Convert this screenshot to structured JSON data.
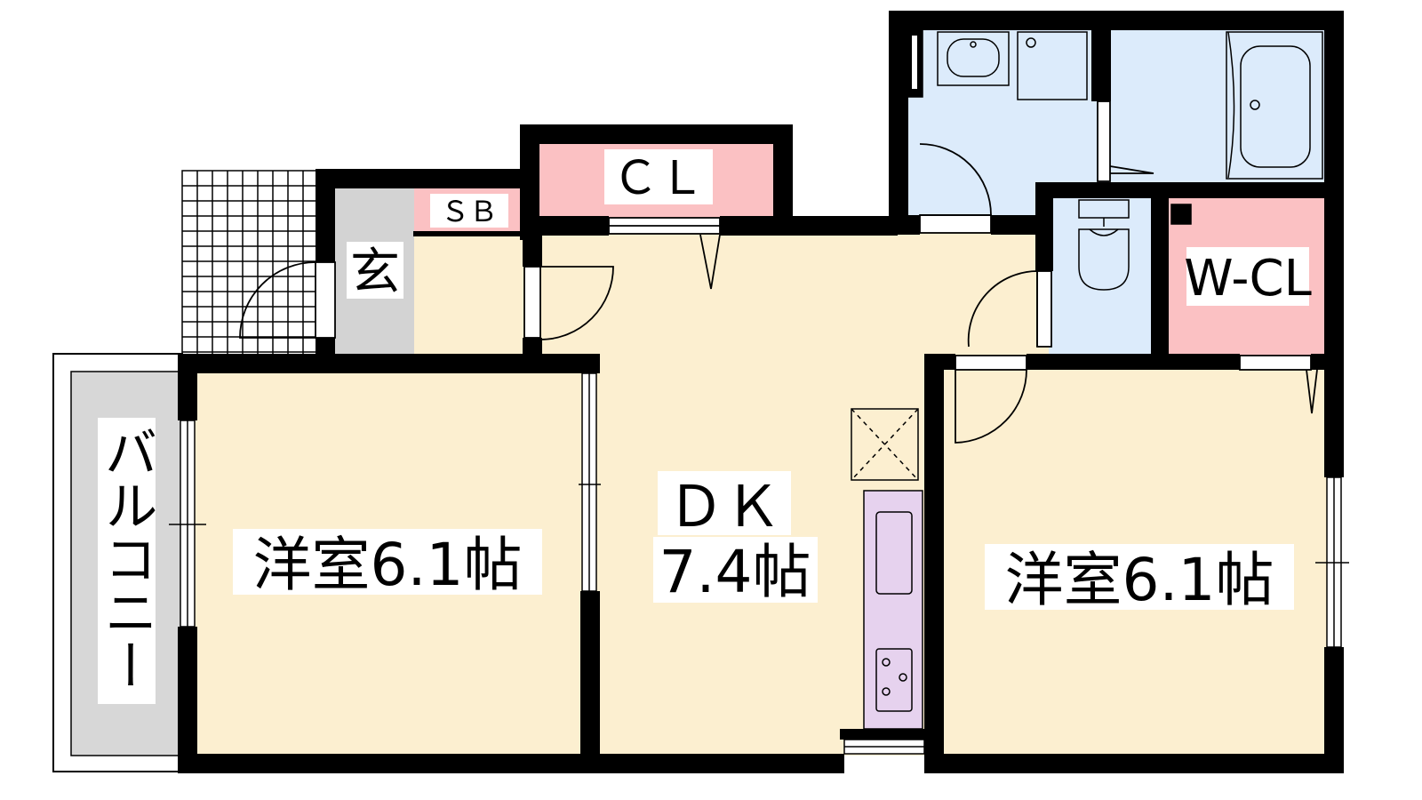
{
  "floor_plan": {
    "rooms": {
      "western_room_left": {
        "label": "洋室6.1帖"
      },
      "dining_kitchen": {
        "label_line1": "ＤＫ",
        "label_line2": "7.4帖"
      },
      "western_room_right": {
        "label": "洋室6.1帖"
      },
      "closet": {
        "label": "ＣＬ"
      },
      "shoe_box": {
        "label": "ＳＢ"
      },
      "entrance": {
        "label": "玄"
      },
      "walk_in_closet": {
        "label": "W-CL"
      },
      "balcony": {
        "label": "バルコニー"
      }
    },
    "colors": {
      "room_floor": "#fcefd0",
      "wet_area": "#dcebfb",
      "closet": "#fbc1c3",
      "entrance_floor": "#d3d3d3",
      "balcony_floor": "#d7d7d7",
      "kitchen_counter": "#e6d2ee",
      "wall": "#000000"
    }
  }
}
